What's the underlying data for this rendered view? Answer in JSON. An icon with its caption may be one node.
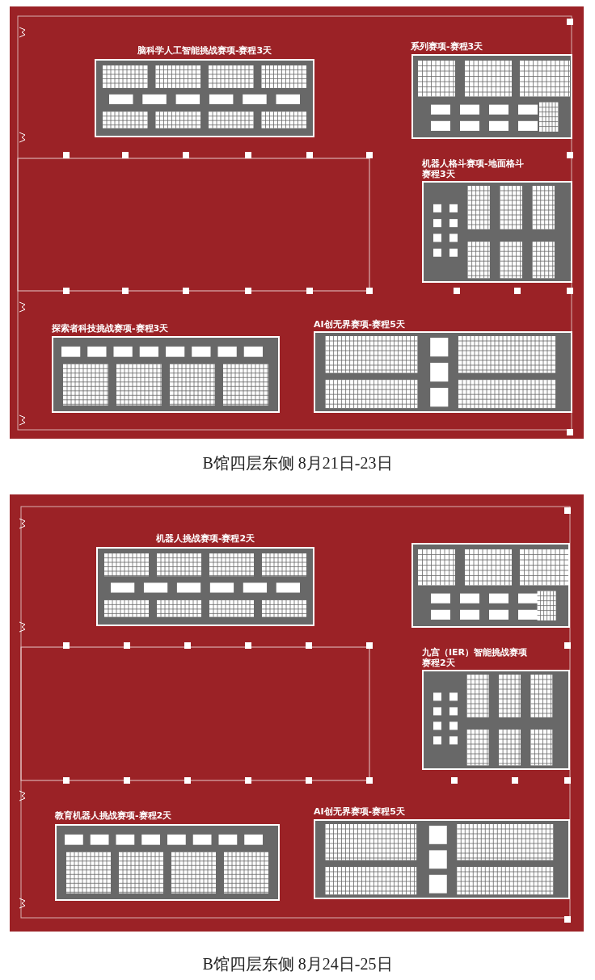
{
  "diagram": {
    "nodes": [
      {
        "text": [
          "脑科学人工智能挑战赛项-赛程3天"
        ]
      },
      {
        "text": [
          "系列赛项-赛程3天"
        ]
      },
      {
        "text": [
          "机器人格斗赛项-地面格斗赛程3天"
        ]
      },
      {
        "text": [
          "探索者科技挑战赛项-赛程3天"
        ]
      },
      {
        "text": [
          "AI创无界赛项-赛程5天"
        ]
      },
      {
        "text": [
          "机器人挑战赛项-赛程2天"
        ]
      },
      {
        "text": [],
        "shape": "box"
      },
      {
        "text": [
          "九宫（IER）智能挑战赛项赛程2天"
        ]
      },
      {
        "text": [
          "教育机器人挑战赛项-赛程2天"
        ]
      },
      {
        "text": [
          "AI创无界赛项-赛程5天"
        ]
      }
    ],
    "labels": [
      "B馆四层东侧 8月21日-23日",
      "B馆四层东侧 8月24日-25日"
    ]
  }
}
